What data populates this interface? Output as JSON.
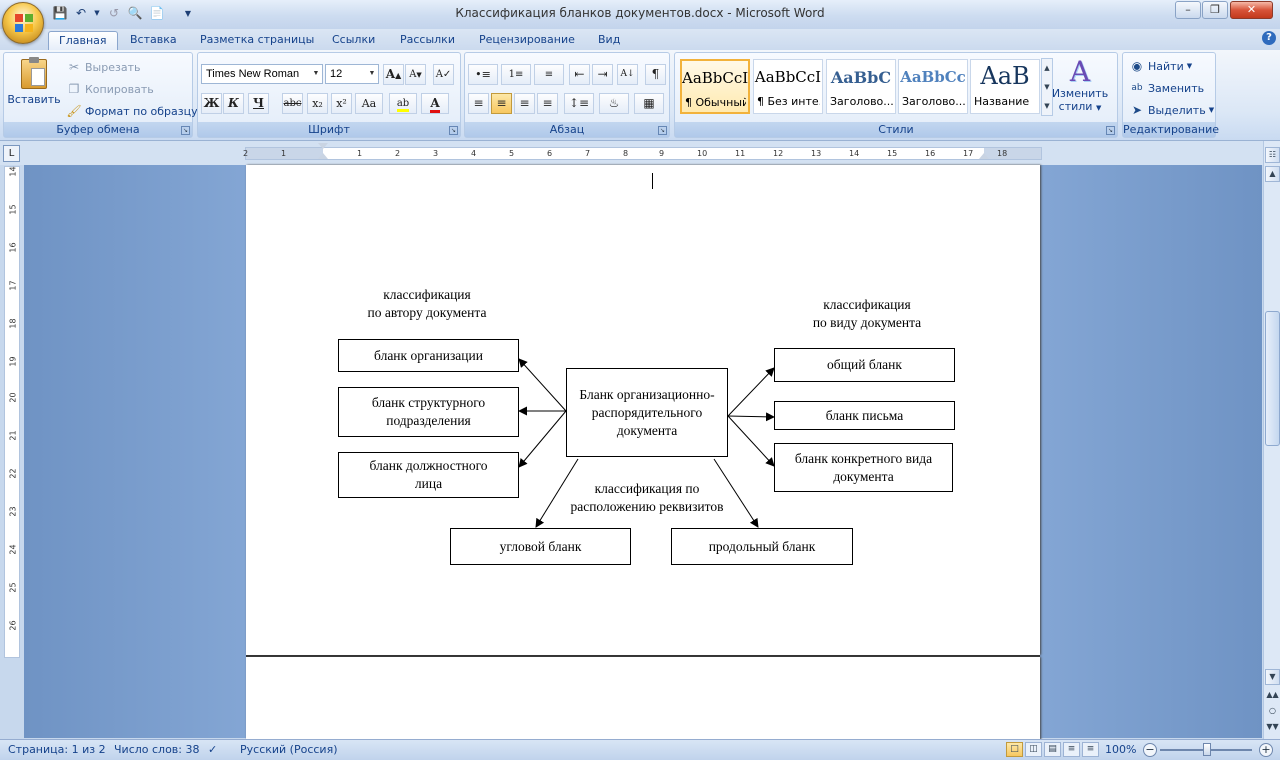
{
  "window": {
    "title": "Классификация бланков документов.docx - Microsoft Word"
  },
  "tabs": [
    "Главная",
    "Вставка",
    "Разметка страницы",
    "Ссылки",
    "Рассылки",
    "Рецензирование",
    "Вид"
  ],
  "active_tab": "Главная",
  "clipboard": {
    "paste": "Вставить",
    "cut": "Вырезать",
    "copy": "Копировать",
    "format_painter": "Формат по образцу",
    "label": "Буфер обмена"
  },
  "font": {
    "name": "Times New Roman",
    "size": "12",
    "label": "Шрифт",
    "bold": "Ж",
    "italic": "К",
    "underline": "Ч",
    "strike": "abc",
    "sub": "x₂",
    "sup": "x²",
    "case": "Aa"
  },
  "paragraph": {
    "label": "Абзац"
  },
  "styles": {
    "label": "Стили",
    "items": [
      {
        "sample": "AaBbCcI",
        "name": "¶ Обычный"
      },
      {
        "sample": "AaBbCcI",
        "name": "¶ Без инте..."
      },
      {
        "sample": "AaBbC",
        "name": "Заголово..."
      },
      {
        "sample": "AaBbCc",
        "name": "Заголово..."
      },
      {
        "sample": "AaB",
        "name": "Название"
      }
    ],
    "change_label_1": "Изменить",
    "change_label_2": "стили"
  },
  "editing": {
    "find": "Найти",
    "replace": "Заменить",
    "select": "Выделить",
    "label": "Редактирование"
  },
  "ruler_h": [
    "2",
    "1",
    "1",
    "2",
    "3",
    "4",
    "5",
    "6",
    "7",
    "8",
    "9",
    "10",
    "11",
    "12",
    "13",
    "14",
    "15",
    "16",
    "17",
    "18"
  ],
  "ruler_v": [
    "14",
    "15",
    "16",
    "17",
    "18",
    "19",
    "20",
    "21",
    "22",
    "23",
    "24",
    "25",
    "26"
  ],
  "diagram": {
    "center": "Бланк организационно-распорядительного документа",
    "label_author_1": "классификация",
    "label_author_2": "по автору документа",
    "label_type_1": "классификация",
    "label_type_2": "по виду документа",
    "label_location_1": "классификация по",
    "label_location_2": "расположению реквизитов",
    "left": [
      "бланк организации",
      "бланк структурного подразделения",
      "бланк должностного лица"
    ],
    "right": [
      "общий бланк",
      "бланк письма",
      "бланк конкретного вида документа"
    ],
    "bottom": [
      "угловой бланк",
      "продольный бланк"
    ]
  },
  "status": {
    "page": "Страница: 1 из 2",
    "words": "Число слов: 38",
    "language": "Русский (Россия)",
    "zoom": "100%"
  }
}
